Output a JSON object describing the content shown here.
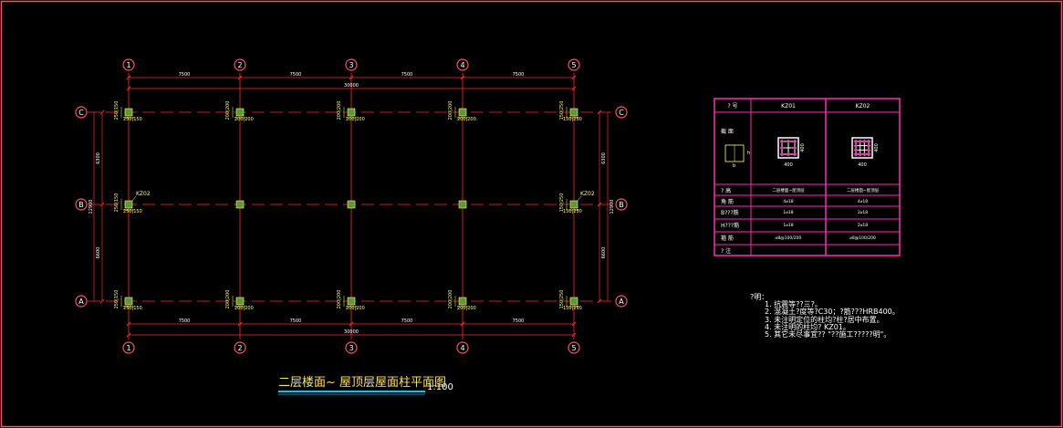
{
  "colors": {
    "background": "#000000",
    "frame": "#ff4d6a",
    "axis": "#ff2a2a",
    "bubble": "#ff4d6a",
    "bubble_text": "#ffffff",
    "dim_text": "#ffffff",
    "column": "#5a9a3a",
    "label": "#ffff66",
    "table_border": "#ff2ab4",
    "table_text": "#ffffff",
    "title": "#ffe14d",
    "title_underline": "#00c8ff",
    "section_fill": "#ffffff",
    "section_bars": "#ff2ab4"
  },
  "grid": {
    "x_axes": [
      "1",
      "2",
      "3",
      "4",
      "5"
    ],
    "y_axes": [
      "C",
      "B",
      "A"
    ],
    "x_spacings": [
      "7500",
      "7500",
      "7500",
      "7500"
    ],
    "x_total": "30000",
    "y_spacings": [
      "6300",
      "6600"
    ],
    "y_total": "12900"
  },
  "columns": {
    "top_labels": [
      "250|150",
      "200|200",
      "200|200",
      "200|200",
      "150|250"
    ],
    "side_labels": [
      "250|150",
      "200|200",
      "200|200",
      "200|200",
      "150|250"
    ],
    "callouts": [
      "KZ02",
      "KZ02"
    ]
  },
  "schedule": {
    "header": [
      "?  号",
      "KZ01",
      "KZ02"
    ],
    "section_label": "截 面",
    "section_dim": "400",
    "rows": [
      {
        "label": "?  高",
        "kz01": "二层楼面~屋顶层",
        "kz02": "二层楼面~屋顶层"
      },
      {
        "label": "角  筋",
        "kz01": "4⌀18",
        "kz02": "4⌀18"
      },
      {
        "label": "B???筋",
        "kz01": "1⌀18",
        "kz02": "2⌀18"
      },
      {
        "label": "H???筋",
        "kz01": "1⌀18",
        "kz02": "2⌀18"
      },
      {
        "label": "箍  筋",
        "kz01": "⌀8@100/200",
        "kz02": "⌀8@100/200"
      },
      {
        "label": "?  注",
        "kz01": "",
        "kz02": ""
      }
    ]
  },
  "notes": {
    "heading": "?明：",
    "items": [
      "1. 抗震等??三?。",
      "2. 混凝土?度等?C30；?筋???HRB400。",
      "3. 未注明定位的柱均?柱?居中布置。",
      "4. 未注明的柱均? KZ01。",
      "5. 其它未尽事宜?? \"??施工?????明\"。"
    ]
  },
  "title": {
    "text": "二层楼面~ 屋顶层屋面柱平面图",
    "scale": "1:100"
  }
}
